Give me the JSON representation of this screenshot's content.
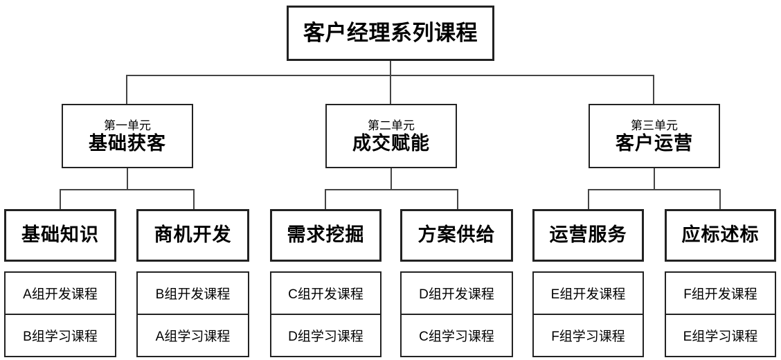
{
  "diagram": {
    "title": "客户经理系列课程",
    "root": {
      "label": "客户经理系列课程"
    },
    "units": [
      {
        "sub": "第一单元",
        "title": "基础获客",
        "categories": [
          {
            "label": "基础知识",
            "courses": [
              "A组开发课程",
              "B组学习课程"
            ]
          },
          {
            "label": "商机开发",
            "courses": [
              "B组开发课程",
              "A组学习课程"
            ]
          }
        ]
      },
      {
        "sub": "第二单元",
        "title": "成交赋能",
        "categories": [
          {
            "label": "需求挖掘",
            "courses": [
              "C组开发课程",
              "D组学习课程"
            ]
          },
          {
            "label": "方案供给",
            "courses": [
              "D组开发课程",
              "C组学习课程"
            ]
          }
        ]
      },
      {
        "sub": "第三单元",
        "title": "客户运营",
        "categories": [
          {
            "label": "运营服务",
            "courses": [
              "E组开发课程",
              "F组学习课程"
            ]
          },
          {
            "label": "应标述标",
            "courses": [
              "F组开发课程",
              "E组学习课程"
            ]
          }
        ]
      }
    ],
    "colors": {
      "box_border": "#222222",
      "connector": "#444444",
      "background": "#ffffff",
      "text": "#000000"
    }
  }
}
